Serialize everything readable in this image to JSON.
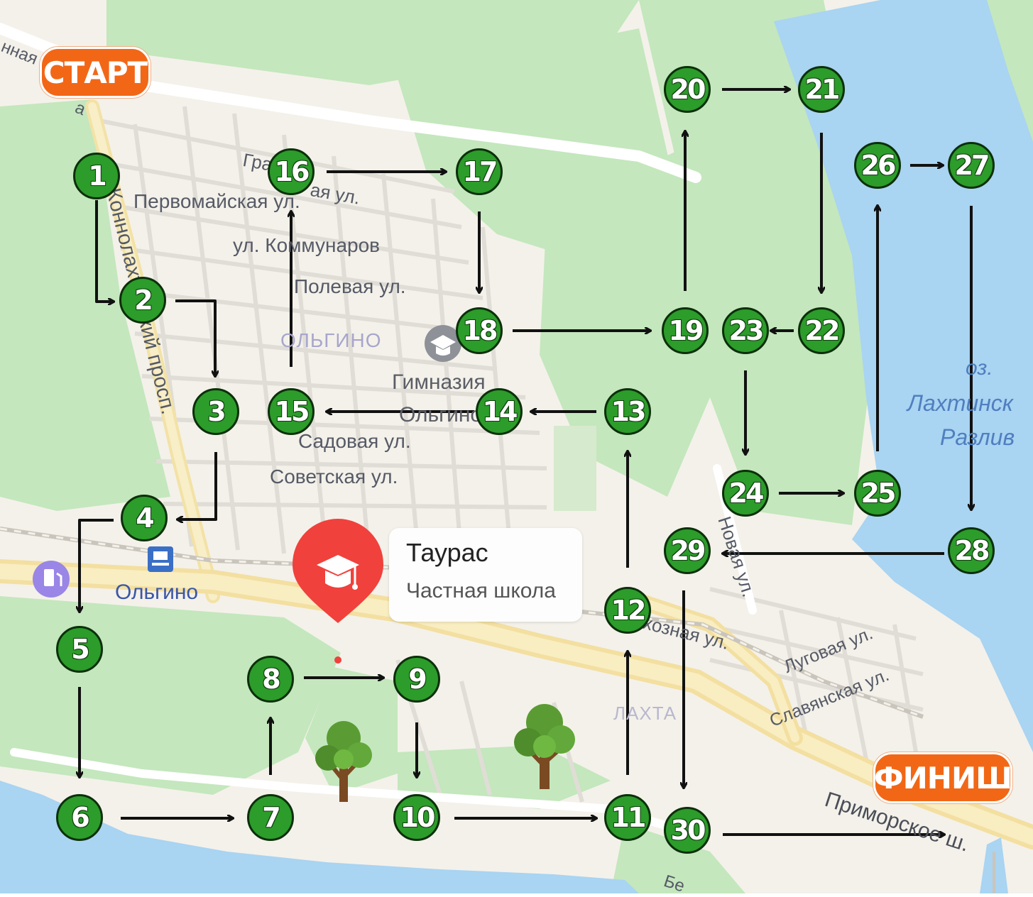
{
  "start_label": "СТАРТ",
  "finish_label": "ФИНИШ",
  "streets": {
    "pervomaiskaya": "Первомайская ул.",
    "kommunarov": "ул. Коммунаров",
    "polevaya": "Полевая ул.",
    "sadovaya": "Садовая ул.",
    "sovetskaya": "Советская ул.",
    "konnolakhtinsky": "Коннолахтинский просп.",
    "gradskaya_fragment_1": "Гра",
    "gradskaya_fragment_2": "ая ул.",
    "novaya": "Новая ул.",
    "kolkhoznaya_fragment": "хозная ул.",
    "lugovaya": "Луговая ул.",
    "slavyanskaya": "Славянская ул.",
    "primorskoe": "Приморское ш.",
    "top_left_fragment_1": "нная",
    "top_left_fragment_2": "а",
    "bottom_fragment": "Бе"
  },
  "districts": {
    "olgino": "ОЛЬГИНО",
    "lakhta": "ЛАХТА"
  },
  "stations": {
    "olgino": "Ольгино"
  },
  "pois": {
    "gymnasium_line1": "Гимназия",
    "gymnasium_line2": "Ольгино"
  },
  "lake": {
    "line1": "оз.",
    "line2": "Лахтинск",
    "line3": "Разлив"
  },
  "school_card": {
    "title": "Таурас",
    "subtitle": "Частная школа"
  },
  "route_points": [
    {
      "n": "1"
    },
    {
      "n": "2"
    },
    {
      "n": "3"
    },
    {
      "n": "4"
    },
    {
      "n": "5"
    },
    {
      "n": "6"
    },
    {
      "n": "7"
    },
    {
      "n": "8"
    },
    {
      "n": "9"
    },
    {
      "n": "10"
    },
    {
      "n": "11"
    },
    {
      "n": "12"
    },
    {
      "n": "13"
    },
    {
      "n": "14"
    },
    {
      "n": "15"
    },
    {
      "n": "16"
    },
    {
      "n": "17"
    },
    {
      "n": "18"
    },
    {
      "n": "19"
    },
    {
      "n": "20"
    },
    {
      "n": "21"
    },
    {
      "n": "22"
    },
    {
      "n": "23"
    },
    {
      "n": "24"
    },
    {
      "n": "25"
    },
    {
      "n": "26"
    },
    {
      "n": "27"
    },
    {
      "n": "28"
    },
    {
      "n": "29"
    },
    {
      "n": "30"
    }
  ],
  "icons": [
    "graduation-cap-icon",
    "metro-train-icon",
    "fuel-station-icon",
    "tree-icon",
    "arrow-icon"
  ],
  "colors": {
    "node_fill": "#2c9c2a",
    "node_outline": "#0c2f0b",
    "badge_fill": "#f26716",
    "water": "#a9d4f2",
    "park": "#c3e6bb",
    "land": "#f4f1ea",
    "pin": "#f0413c"
  }
}
